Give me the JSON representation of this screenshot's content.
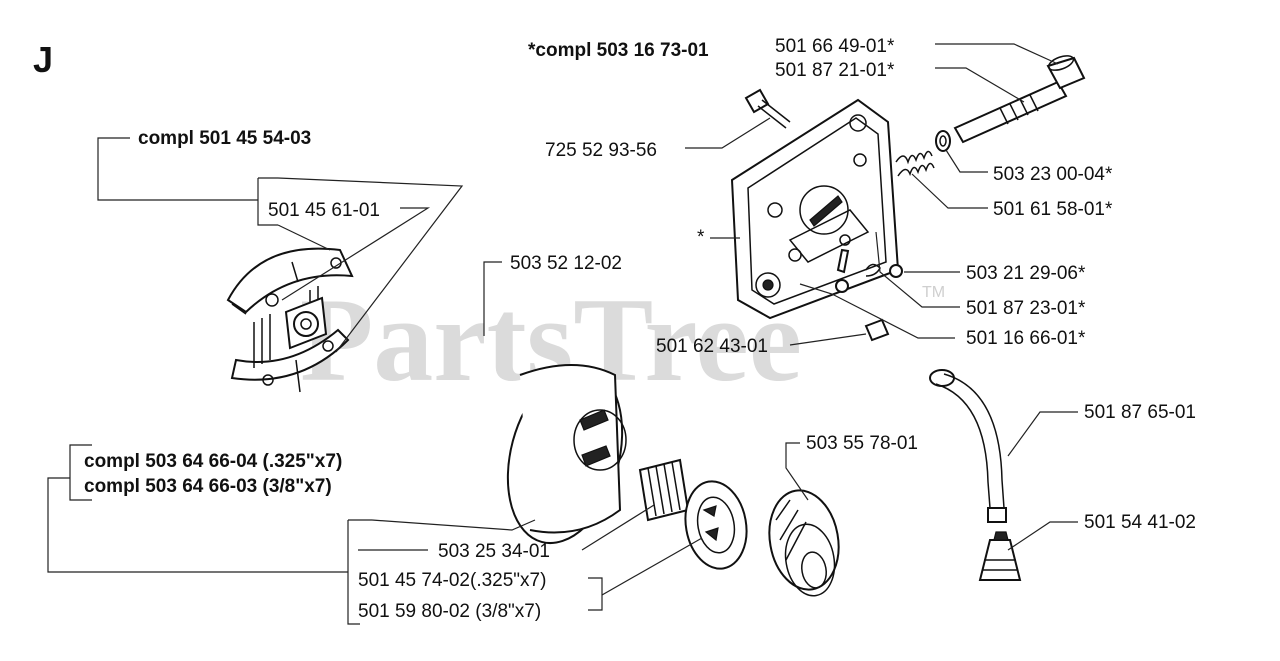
{
  "section_letter": "J",
  "watermark": "PartsTree",
  "trademark": "TM",
  "asterisk": "*",
  "labels": {
    "compl_oil_pump": "*compl 503 16 73-01",
    "p_501_66_49_01": "501 66 49-01*",
    "p_501_87_21_01": "501 87 21-01*",
    "p_725_52_93_56": "725 52 93-56",
    "p_503_23_00_04": "503 23 00-04*",
    "p_501_61_58_01": "501 61 58-01*",
    "p_503_21_29_06": "503 21 29-06*",
    "p_501_87_23_01": "501 87 23-01*",
    "p_501_16_66_01": "501 16 66-01*",
    "p_501_62_43_01": "501 62 43-01",
    "compl_clutch": "compl 501 45 54-03",
    "p_501_45_61_01": "501 45 61-01",
    "p_503_52_12_02": "503 52 12-02",
    "p_501_87_65_01": "501 87 65-01",
    "p_503_55_78_01": "503 55 78-01",
    "p_501_54_41_02": "501 54 41-02",
    "compl_drum_325": "compl 503 64 66-04 (.325\"x7)",
    "compl_drum_38": "compl 503 64 66-03 (3/8\"x7)",
    "p_503_25_34_01": "503 25 34-01",
    "p_501_45_74_02": "501 45 74-02(.325\"x7)",
    "p_501_59_80_02": "501 59 80-02 (3/8\"x7)"
  }
}
